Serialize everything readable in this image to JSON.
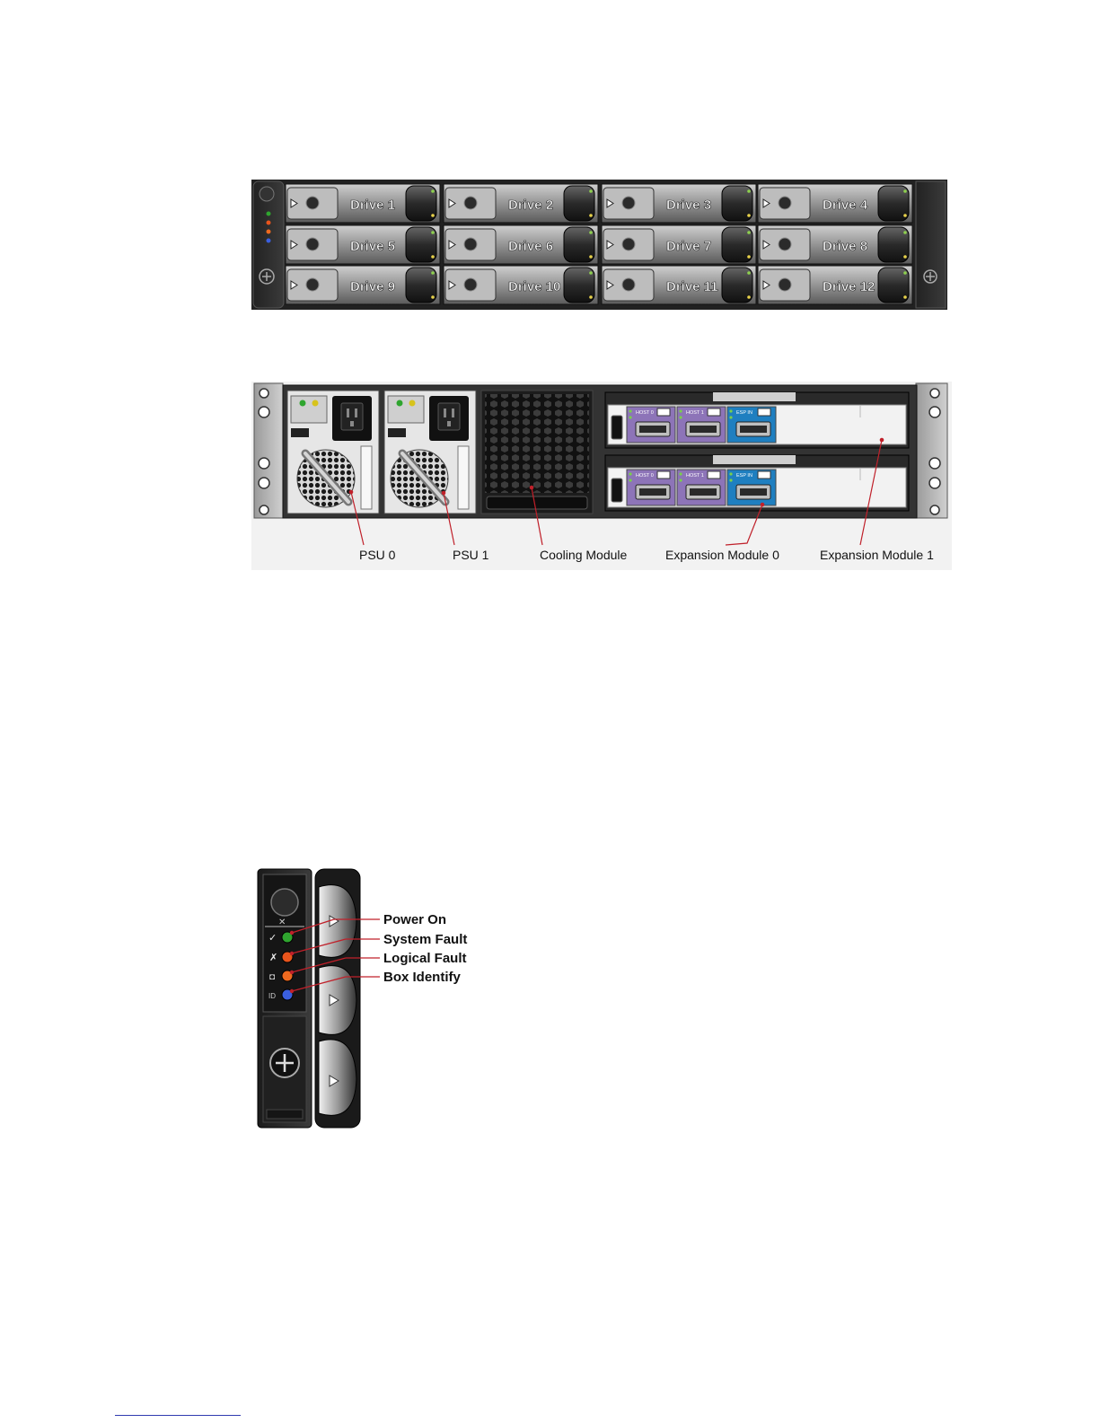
{
  "front_view": {
    "drives": [
      {
        "label": "Drive 1"
      },
      {
        "label": "Drive 2"
      },
      {
        "label": "Drive 3"
      },
      {
        "label": "Drive 4"
      },
      {
        "label": "Drive 5"
      },
      {
        "label": "Drive 6"
      },
      {
        "label": "Drive 7"
      },
      {
        "label": "Drive 8"
      },
      {
        "label": "Drive 9"
      },
      {
        "label": "Drive 10"
      },
      {
        "label": "Drive 11"
      },
      {
        "label": "Drive 12"
      }
    ]
  },
  "rear_view": {
    "callouts": {
      "psu0": "PSU 0",
      "psu1": "PSU 1",
      "cooling": "Cooling Module",
      "exp0": "Expansion Module 0",
      "exp1": "Expansion Module 1"
    },
    "port_labels": [
      "HOST 0",
      "HOST 1",
      "ESP IN"
    ]
  },
  "led_panel": {
    "power_on": "Power On",
    "system_fault": "System Fault",
    "logical_fault": "Logical Fault",
    "box_identify": "Box Identify",
    "led_colors": {
      "power": "#2fa52f",
      "system": "#e8541c",
      "logical": "#ef6a1f",
      "identify": "#3a5fe0"
    }
  }
}
